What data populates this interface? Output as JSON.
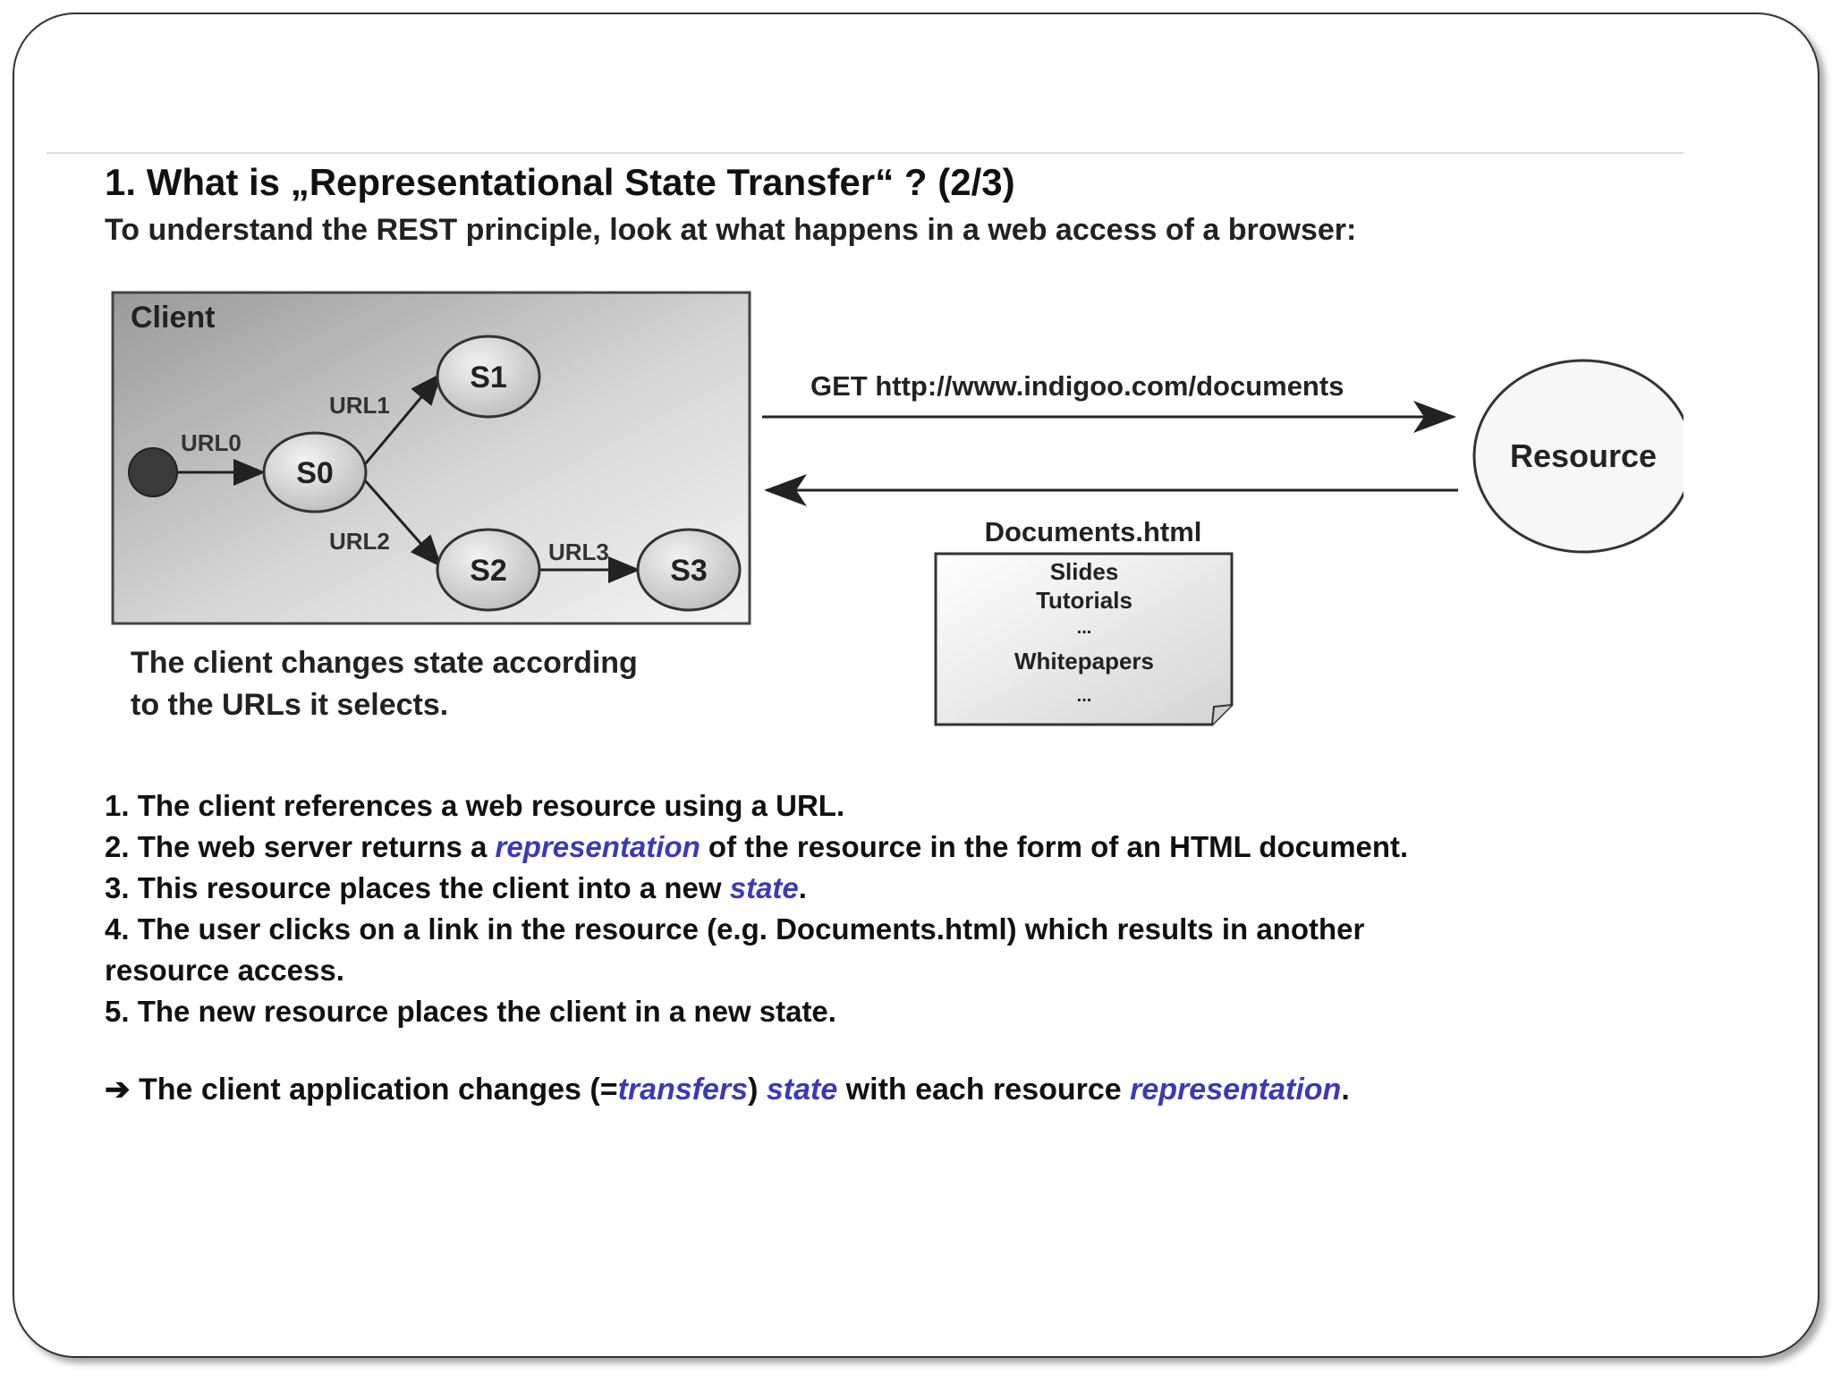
{
  "title": "1. What is „Representational State Transfer“ ? (2/3)",
  "subtitle": "To understand the REST principle, look at what happens in a web access of a browser:",
  "diagram": {
    "client_label": "Client",
    "states": [
      "S0",
      "S1",
      "S2",
      "S3"
    ],
    "urls": [
      "URL0",
      "URL1",
      "URL2",
      "URL3"
    ],
    "request_label": "GET http://www.indigoo.com/documents",
    "resource_label": "Resource",
    "document_title": "Documents.html",
    "document_lines": [
      "Slides",
      "Tutorials",
      "...",
      "Whitepapers",
      "..."
    ]
  },
  "caption": {
    "line1": "The client changes state according",
    "line2": "to the URLs it selects."
  },
  "steps": {
    "s1": "1. The client references a web resource using a URL.",
    "s2_pre": "2. The web server returns a ",
    "s2_em": "representation",
    "s2_post": " of the resource in the form of an HTML document.",
    "s3_pre": "3. This resource places the client into a new ",
    "s3_em": "state",
    "s3_post": ".",
    "s4_line1": "4. The user clicks on a link in the resource (e.g. Documents.html) which results in another",
    "s4_line2": "resource access.",
    "s5": "5. The new resource places the client in a new state."
  },
  "conclusion": {
    "arrow": "➔",
    "pre": " The client application changes (=",
    "em1": "transfers",
    "mid1": ") ",
    "em2": "state",
    "mid2": " with each resource ",
    "em3": "representation",
    "post": "."
  }
}
